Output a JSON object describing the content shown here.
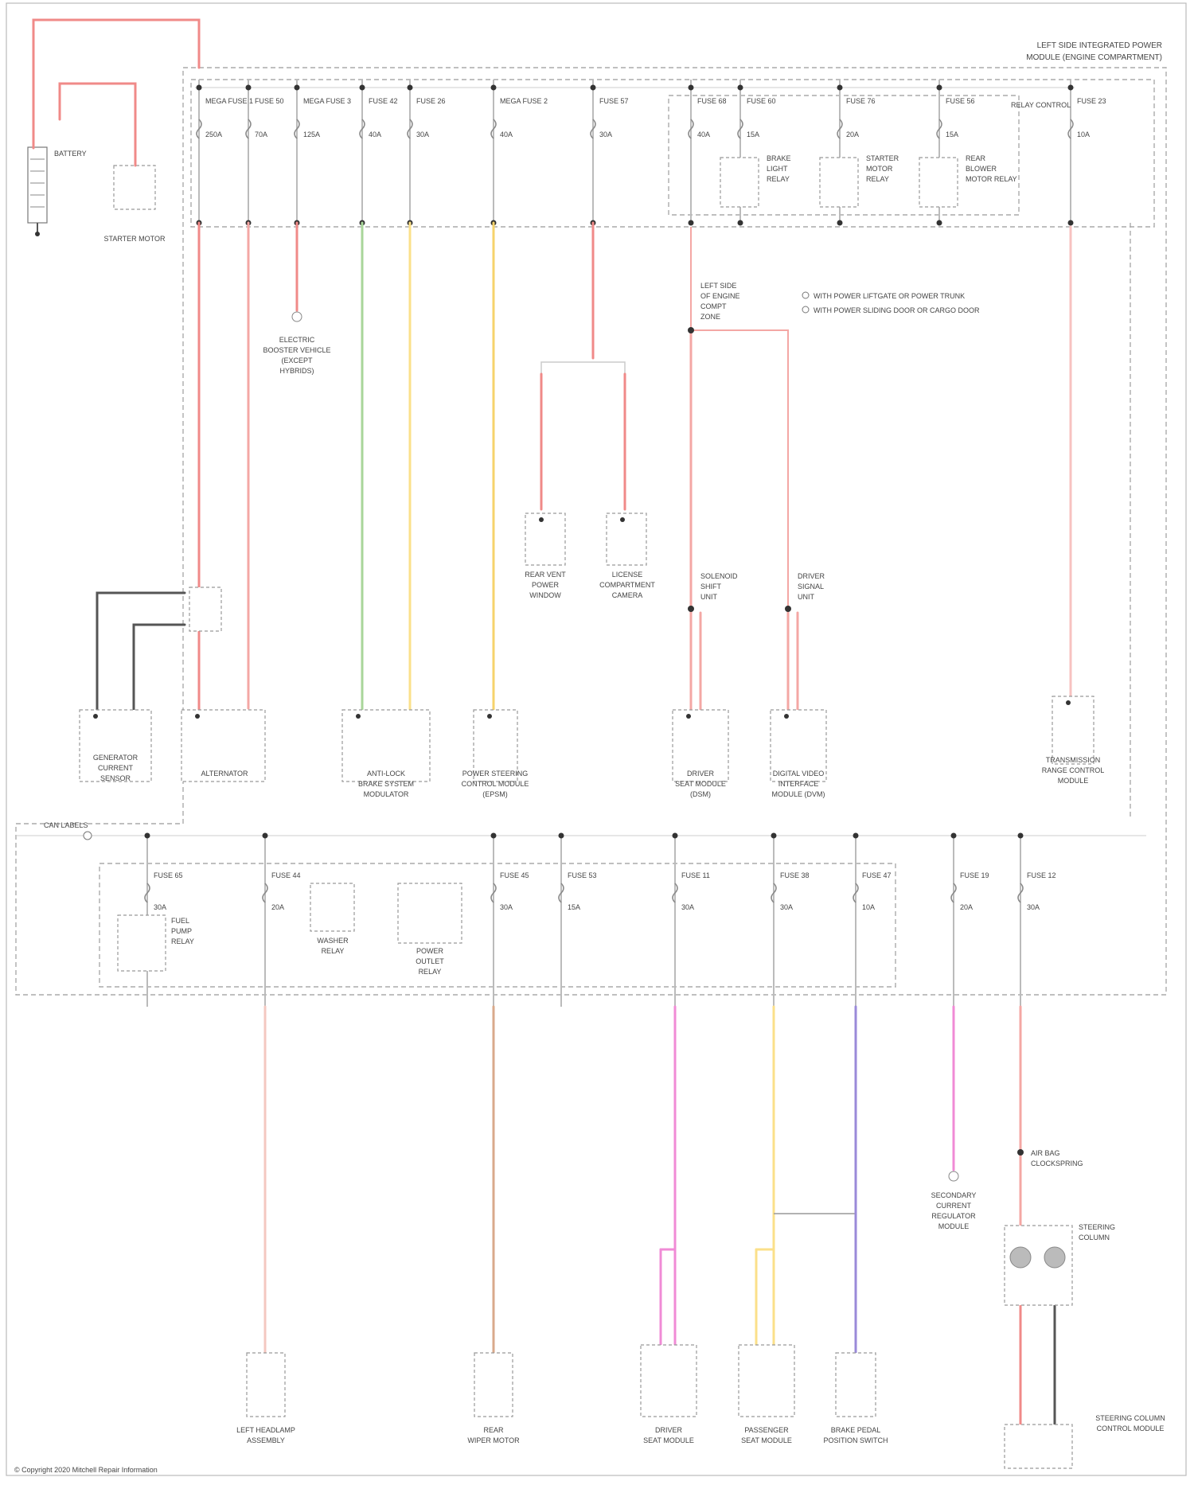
{
  "diagram": {
    "header": {
      "line1": "LEFT SIDE INTEGRATED POWER",
      "line2": "MODULE (ENGINE COMPARTMENT)"
    },
    "footer_note": "© Copyright 2020 Mitchell Repair Information",
    "splice": {
      "label": "CAN LABELS"
    },
    "top_sources": [
      {
        "name": "BATTERY",
        "id": "battery"
      },
      {
        "name": "STARTER MOTOR",
        "id": "starter"
      }
    ],
    "top_fuses": [
      {
        "id": "f1",
        "label": "MEGA FUSE 1",
        "amps": "250A"
      },
      {
        "id": "f2",
        "label": "FUSE 50",
        "amps": "70A"
      },
      {
        "id": "f3",
        "label": "MEGA FUSE 3",
        "amps": "125A"
      },
      {
        "id": "f4",
        "label": "FUSE 42",
        "amps": "40A"
      },
      {
        "id": "f5",
        "label": "FUSE 26",
        "amps": "30A"
      },
      {
        "id": "f6",
        "label": "MEGA FUSE 2",
        "amps": "40A"
      },
      {
        "id": "f7",
        "label": "FUSE 57",
        "amps": "30A"
      },
      {
        "id": "f8",
        "label": "FUSE 68",
        "amps": "40A"
      },
      {
        "id": "f9",
        "label": "FUSE 60",
        "amps": "15A"
      },
      {
        "id": "f10",
        "label": "FUSE 76",
        "amps": "20A"
      },
      {
        "id": "f11",
        "label": "FUSE 56",
        "amps": "15A"
      },
      {
        "id": "f12",
        "label": "FUSE 23",
        "amps": "10A"
      }
    ],
    "relays_top": [
      {
        "id": "r1",
        "line1": "BRAKE",
        "line2": "LIGHT",
        "line3": "RELAY"
      },
      {
        "id": "r2",
        "line1": "STARTER",
        "line2": "MOTOR",
        "line3": "RELAY"
      },
      {
        "id": "r3",
        "line1": "REAR",
        "line2": "BLOWER",
        "line3": "MOTOR RELAY"
      }
    ],
    "relay_control_label": "RELAY CONTROL",
    "top_components": [
      {
        "id": "alt",
        "line1": "ALTERNATOR",
        "line2": "",
        "line3": ""
      },
      {
        "id": "gen",
        "line1": "GENERATOR",
        "line2": "CURRENT",
        "line3": "SENSOR"
      },
      {
        "id": "antilock",
        "line1": "ANTI-LOCK",
        "line2": "BRAKE SYSTEM",
        "line3": "MODULATOR"
      },
      {
        "id": "pcm",
        "line1": "POWER STEERING",
        "line2": "CONTROL MODULE",
        "line3": "(EPSM)"
      },
      {
        "id": "drvseat",
        "line1": "DRIVER",
        "line2": "SEAT MODULE",
        "line3": "(DSM)"
      },
      {
        "id": "dvr",
        "line1": "DIGITAL VIDEO",
        "line2": "INTERFACE",
        "line3": "MODULE (DVM)"
      },
      {
        "id": "trans",
        "line1": "TRANSMISSION",
        "line2": "RANGE CONTROL",
        "line3": "MODULE"
      },
      {
        "id": "rvwin",
        "line1": "REAR VENT",
        "line2": "POWER",
        "line3": "WINDOW"
      },
      {
        "id": "lcam",
        "line1": "LICENSE",
        "line2": "COMPARTMENT",
        "line3": "CAMERA"
      }
    ],
    "left_annotation": {
      "line1": "ELECTRIC",
      "line2": "BOOSTER VEHICLE",
      "line3": "(EXCEPT",
      "line4": "HYBRIDS)"
    },
    "mid_annotation": {
      "line1": "LEFT SIDE",
      "line2": "OF ENGINE",
      "line3": "COMPT",
      "line4": "ZONE"
    },
    "legend": [
      {
        "text": "WITH POWER LIFTGATE OR POWER TRUNK"
      },
      {
        "text": "WITH POWER SLIDING DOOR OR CARGO DOOR"
      }
    ],
    "splice_labels": [
      {
        "id": "s1",
        "line1": "SOLENOID",
        "line2": "SHIFT",
        "line3": "UNIT"
      },
      {
        "id": "s2",
        "line1": "DRIVER",
        "line2": "SIGNAL",
        "line3": "UNIT"
      }
    ],
    "bottom_fuses": [
      {
        "id": "b1",
        "label": "FUSE 65",
        "amps": "30A"
      },
      {
        "id": "b2",
        "label": "FUSE 44",
        "amps": "20A"
      },
      {
        "id": "b3",
        "label": "FUSE 45",
        "amps": "30A"
      },
      {
        "id": "b4",
        "label": "FUSE 53",
        "amps": "15A"
      },
      {
        "id": "b5",
        "label": "FUSE 11",
        "amps": "30A"
      },
      {
        "id": "b6",
        "label": "FUSE 38",
        "amps": "30A"
      },
      {
        "id": "b7",
        "label": "FUSE 47",
        "amps": "10A"
      },
      {
        "id": "b8",
        "label": "FUSE 19",
        "amps": "20A"
      },
      {
        "id": "b9",
        "label": "FUSE 12",
        "amps": "30A"
      }
    ],
    "bottom_relays": [
      {
        "id": "br1",
        "line1": "FUEL",
        "line2": "PUMP",
        "line3": "RELAY"
      },
      {
        "id": "br2",
        "line1": "WASHER",
        "line2": "RELAY",
        "line3": ""
      },
      {
        "id": "br3",
        "line1": "POWER",
        "line2": "OUTLET",
        "line3": "RELAY"
      }
    ],
    "bottom_components": [
      {
        "id": "lhead",
        "line1": "LEFT HEADLAMP",
        "line2": "ASSEMBLY"
      },
      {
        "id": "rearwiper",
        "line1": "REAR",
        "line2": "WIPER MOTOR"
      },
      {
        "id": "dseat",
        "line1": "DRIVER",
        "line2": "SEAT MODULE"
      },
      {
        "id": "pseat",
        "line1": "PASSENGER",
        "line2": "SEAT MODULE"
      },
      {
        "id": "brakepos",
        "line1": "BRAKE PEDAL",
        "line2": "POSITION SWITCH"
      },
      {
        "id": "column",
        "line1": "STEERING COLUMN",
        "line2": "CONTROL MODULE"
      }
    ],
    "right_annotation": {
      "line1": "SECONDARY",
      "line2": "CURRENT",
      "line3": "REGULATOR",
      "line4": "MODULE"
    },
    "col_annotation": {
      "line1": "AIR BAG",
      "line2": "CLOCKSPRING",
      "line3": "STEERING",
      "line4": "COLUMN"
    },
    "wire_colors": {
      "red": "#f08a88",
      "pink_red": "#f4a7a4",
      "green": "#a8d69a",
      "yellow": "#fbe08a",
      "yellow2": "#f6d36b",
      "grey": "#bbbbbb",
      "dark": "#555555",
      "peach": "#f2c7b0",
      "tan": "#d9a98b",
      "magenta": "#f08bd6",
      "purple": "#9a8ad9"
    }
  }
}
